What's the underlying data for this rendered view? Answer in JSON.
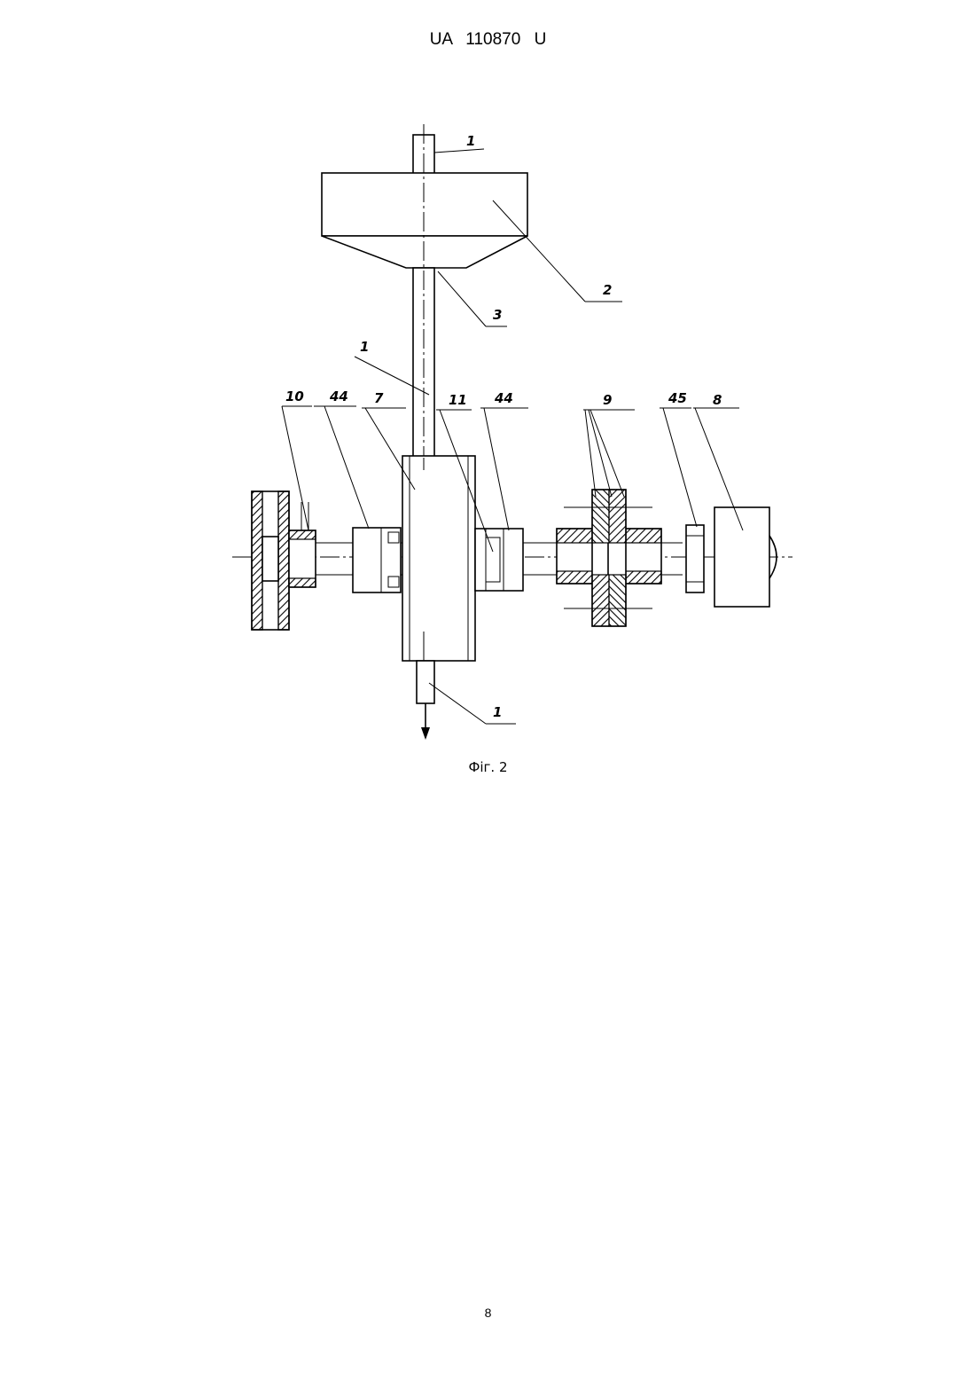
{
  "header": {
    "doc_number": "UA 110870 U"
  },
  "figure": {
    "caption": "Фіг. 2",
    "labels": {
      "l_top": "1",
      "l_2": "2",
      "l_3": "3",
      "l_1": "1",
      "l_10": "10",
      "l_44a": "44",
      "l_7": "7",
      "l_11": "11",
      "l_44b": "44",
      "l_9": "9",
      "l_45": "45",
      "l_8": "8",
      "l_bottom": "1"
    }
  },
  "footer": {
    "page_number": "8"
  }
}
